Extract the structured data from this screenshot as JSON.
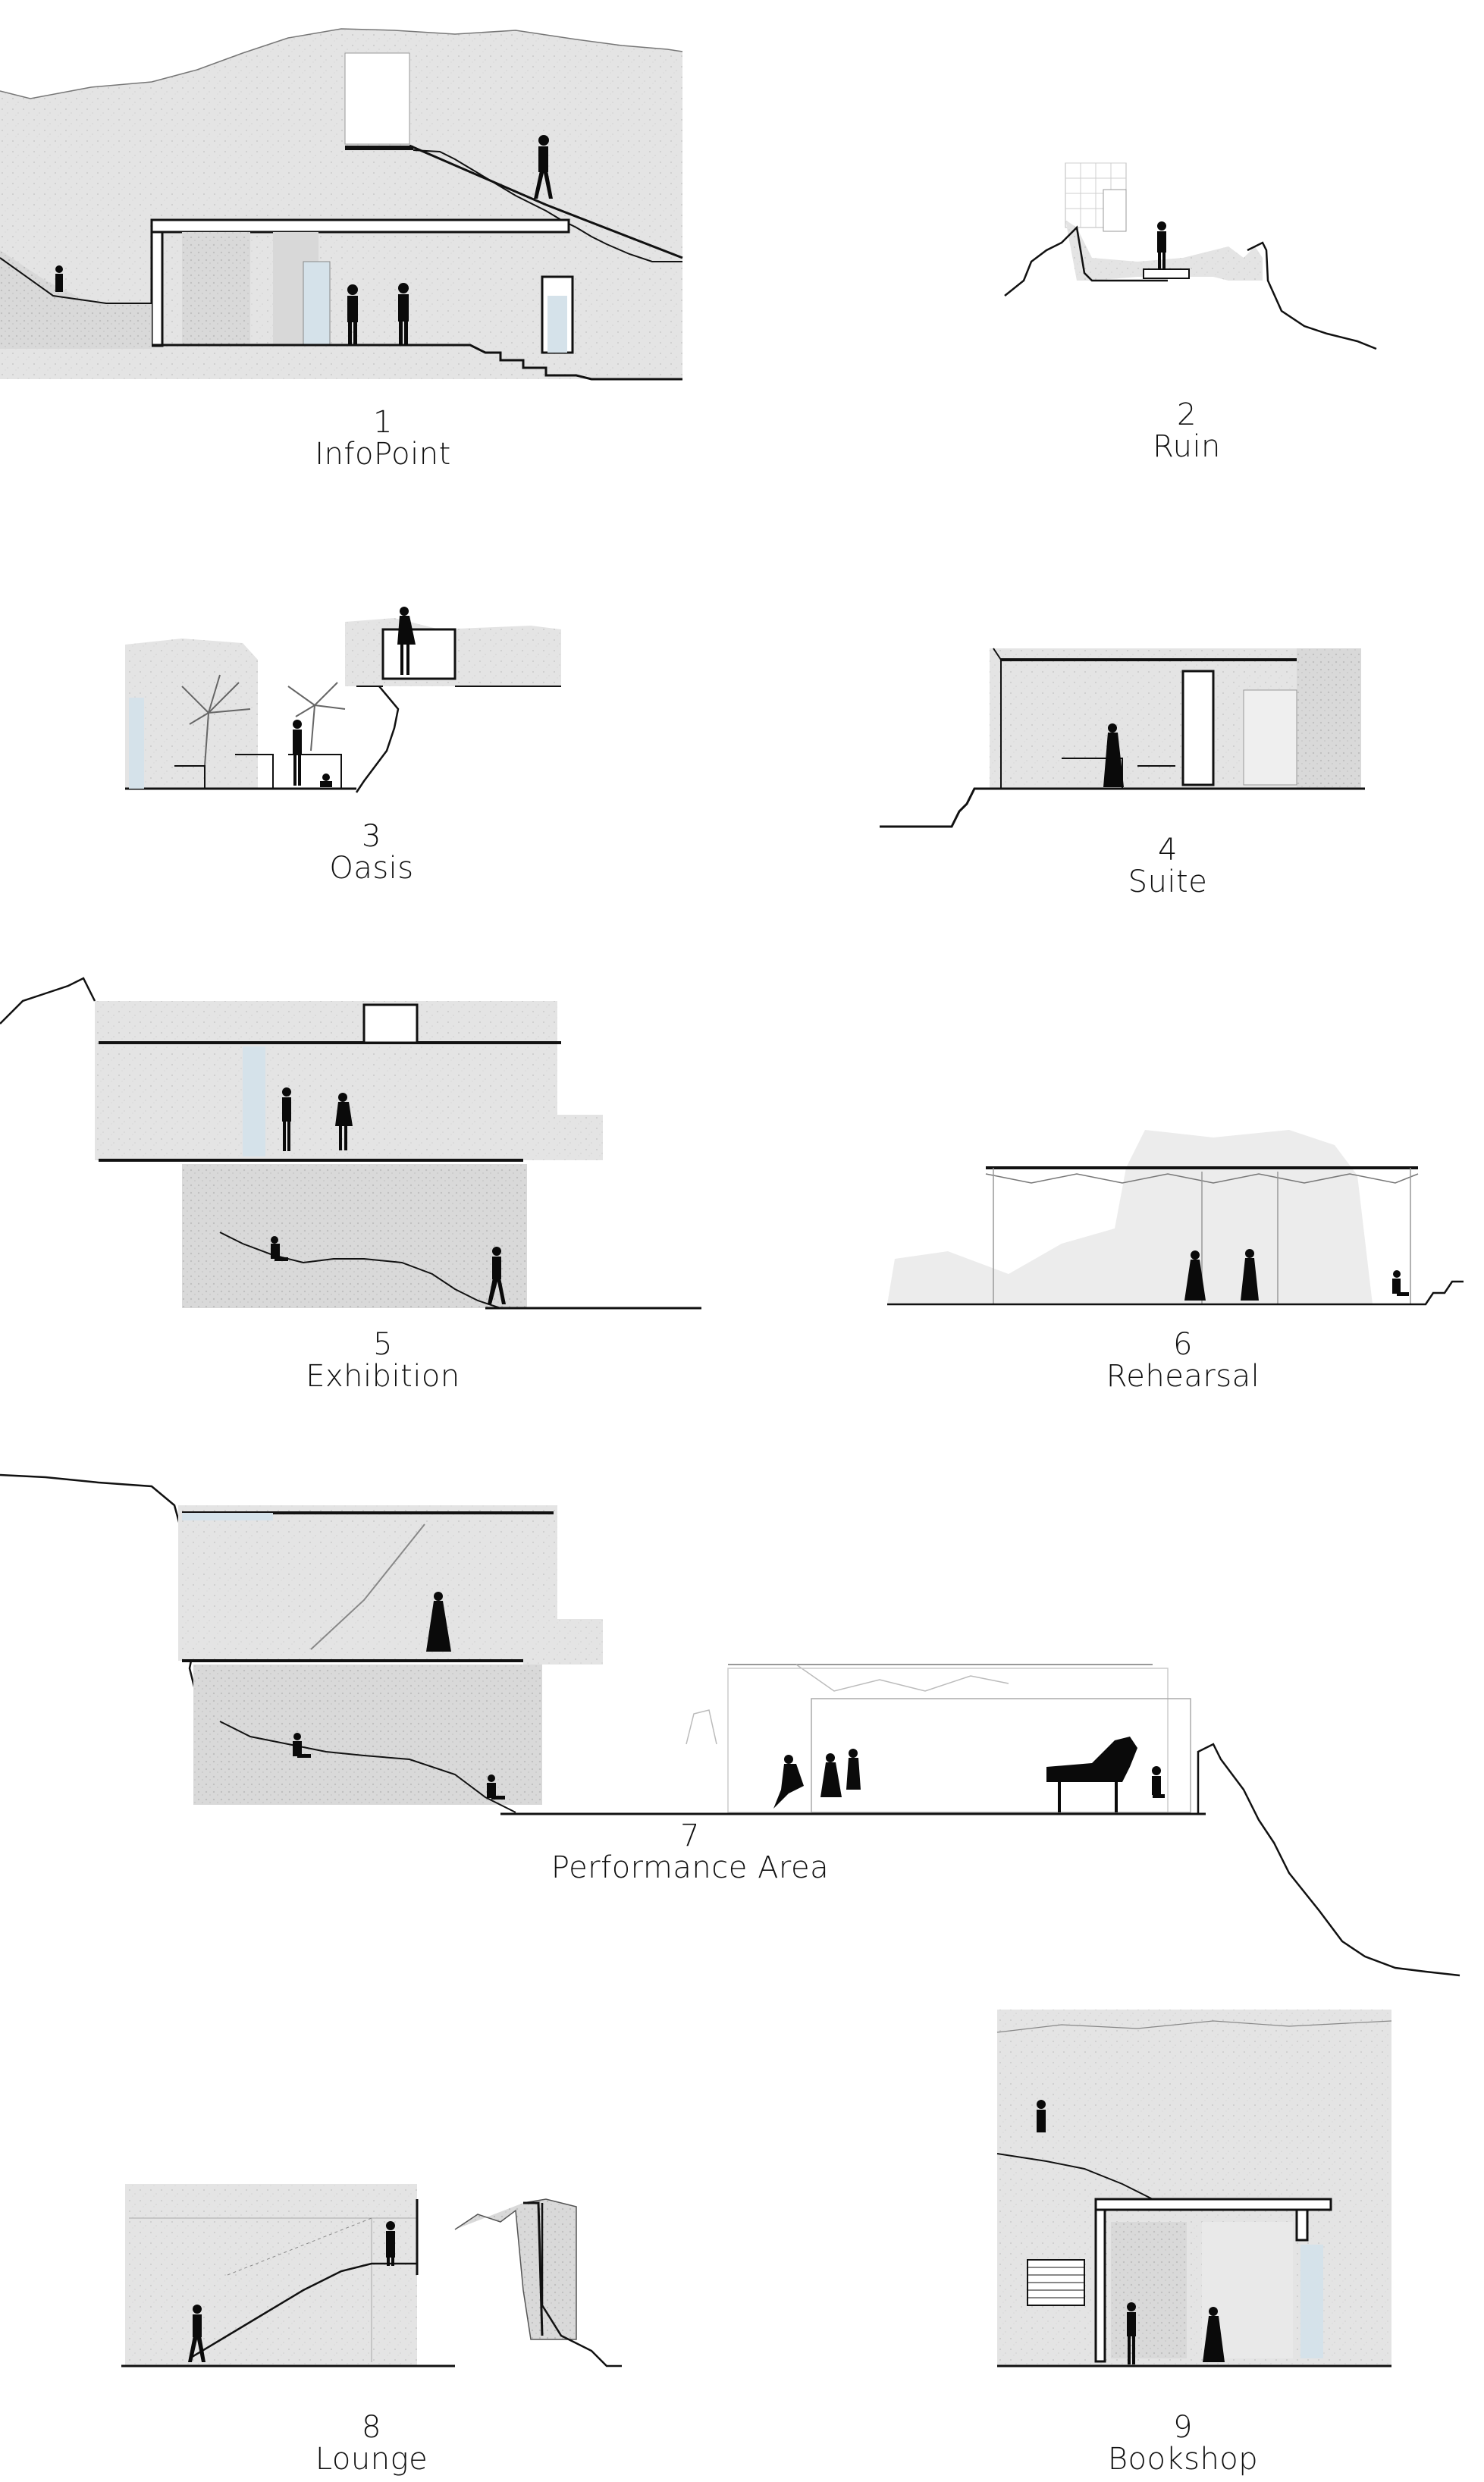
{
  "sections": [
    {
      "num": "1",
      "name": "InfoPoint"
    },
    {
      "num": "2",
      "name": "Ruin"
    },
    {
      "num": "3",
      "name": "Oasis"
    },
    {
      "num": "4",
      "name": "Suite"
    },
    {
      "num": "5",
      "name": "Exhibition"
    },
    {
      "num": "6",
      "name": "Rehearsal"
    },
    {
      "num": "7",
      "name": "Performance Area"
    },
    {
      "num": "8",
      "name": "Lounge"
    },
    {
      "num": "9",
      "name": "Bookshop"
    }
  ],
  "colors": {
    "line": "#111111",
    "rock_fill": "#e6e6e6",
    "concrete_fill": "#dcdcdc",
    "glass": "#d5e2ea",
    "figure": "#0a0a0a"
  }
}
